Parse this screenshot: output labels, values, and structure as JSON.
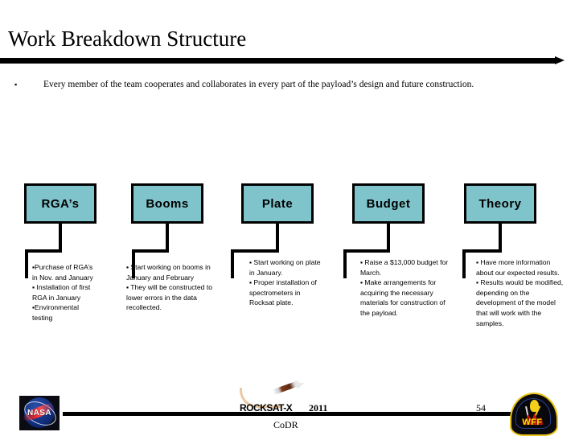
{
  "slide": {
    "title": "Work Breakdown Structure",
    "intro_bullet_glyph": "▪",
    "intro_text": "Every member of the team cooperates and collaborates in every part of the payload’s design and future construction."
  },
  "theme": {
    "node_fill": "#7FC4CB",
    "node_border": "#000000",
    "rule_color": "#000000",
    "text_color": "#000000"
  },
  "nodes": [
    {
      "label": "RGA’s"
    },
    {
      "label": "Booms"
    },
    {
      "label": "Plate"
    },
    {
      "label": "Budget"
    },
    {
      "label": "Theory"
    }
  ],
  "columns": [
    {
      "owner": "RGA’s",
      "lines": [
        "▪Purchase of RGA’s in Nov. and January",
        "▪ Installation of first RGA in January",
        "▪Environmental testing"
      ]
    },
    {
      "owner": "Booms",
      "lines": [
        "▪ Start working on booms in January and February",
        "▪ They will be constructed to lower errors in the data recollected."
      ]
    },
    {
      "owner": "Plate",
      "lines": [
        "▪ Start working on plate in January.",
        "▪ Proper installation of spectrometers in Rocksat plate."
      ]
    },
    {
      "owner": "Budget",
      "lines": [
        "▪ Raise a $13,000 budget for March.",
        "▪ Make arrangements for acquiring the necessary materials for construction of the payload."
      ]
    },
    {
      "owner": "Theory",
      "lines": [
        "▪ Have more information about our expected results.",
        "▪ Results would be modified, depending on the development of the model that will work with the samples."
      ]
    }
  ],
  "footer": {
    "nasa_label": "NASA",
    "rocksat_wordmark": "ROCKSAT-X",
    "year": "2011",
    "review": "CoDR",
    "page_number": "54",
    "wff_label": "WFF"
  }
}
